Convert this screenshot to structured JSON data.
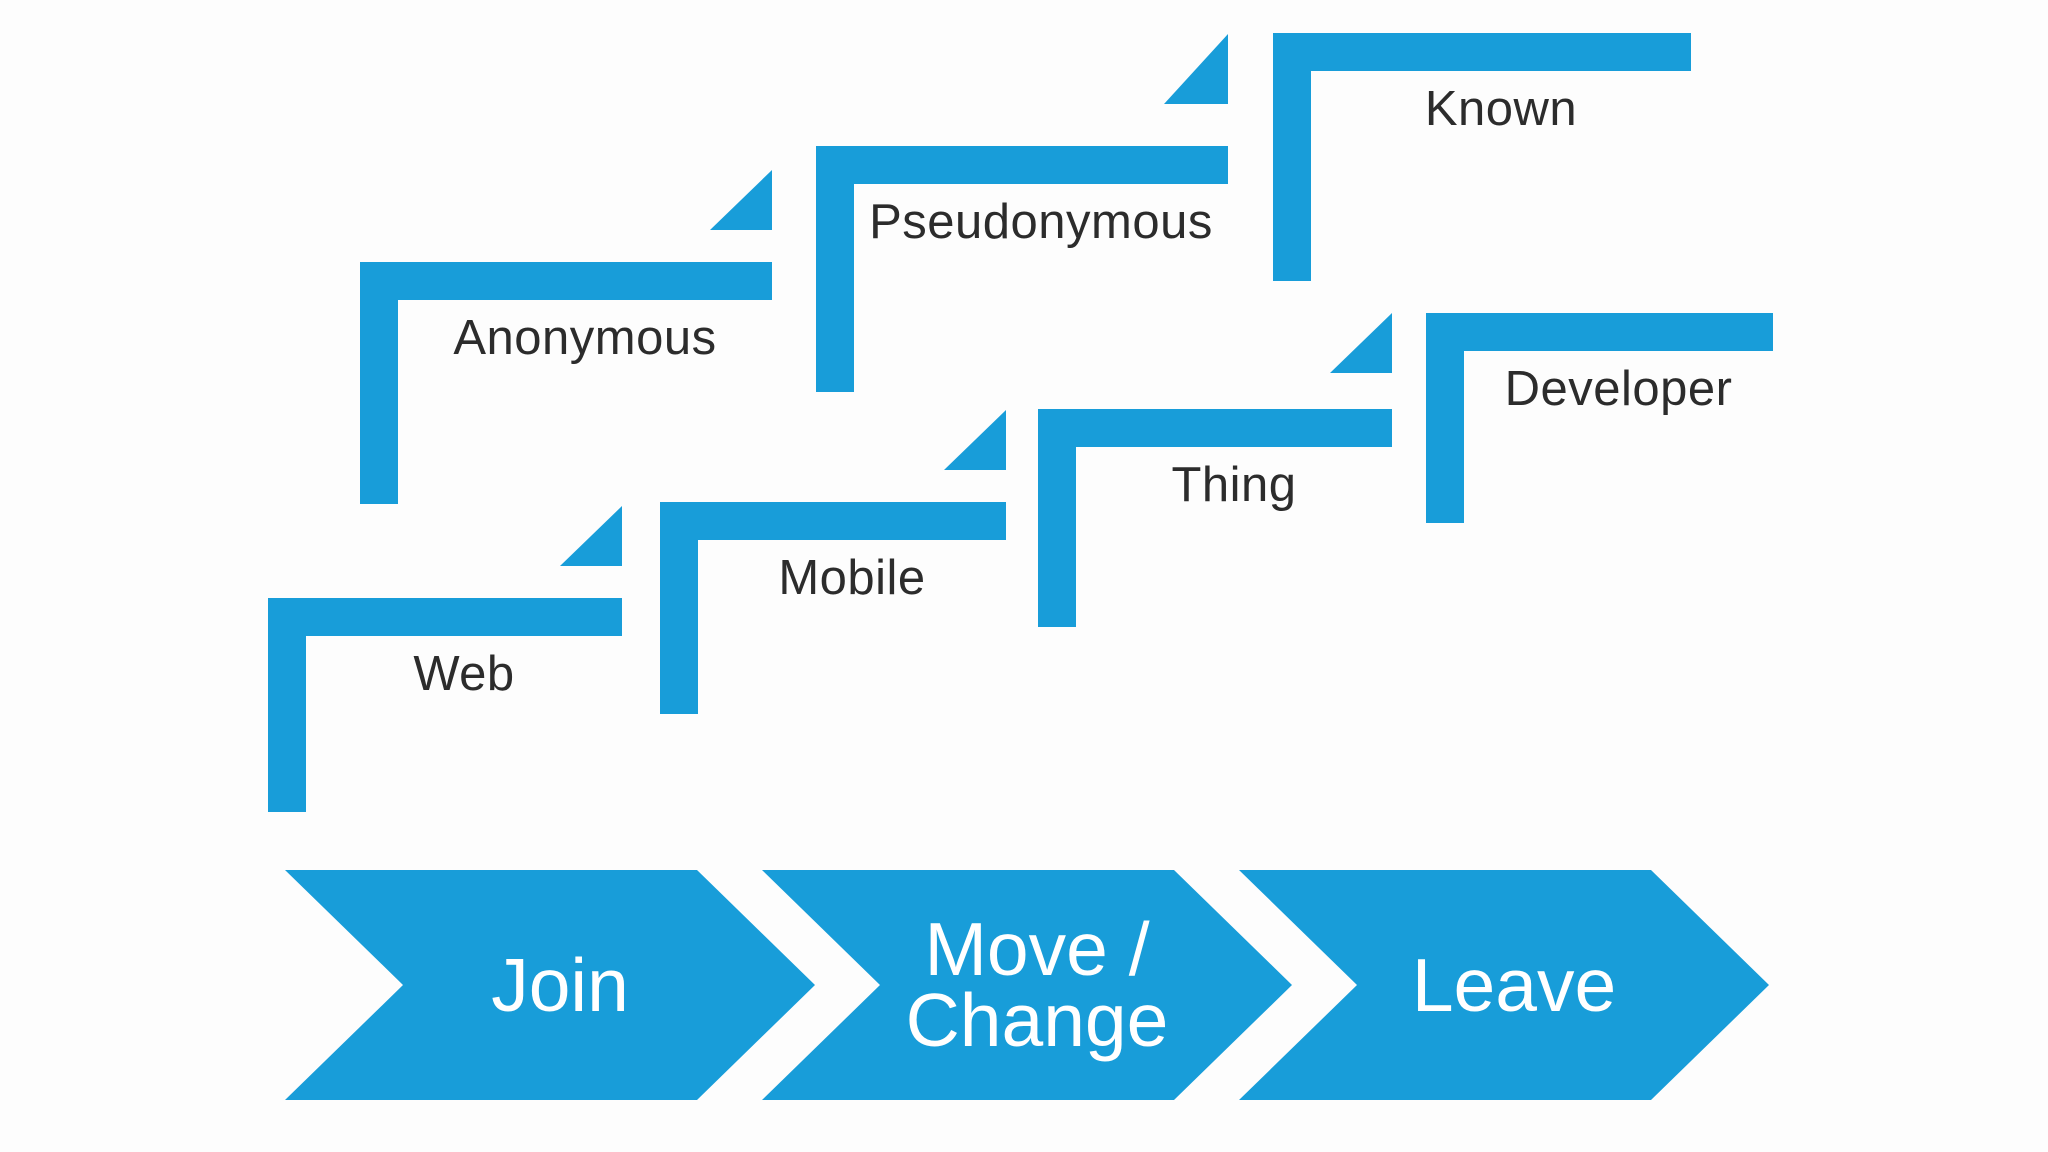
{
  "colors": {
    "accent_blue": "#189dd9",
    "label_text": "#2c2c2c",
    "arrow_text": "#ffffff",
    "background": "#fdfdfd"
  },
  "stages": [
    {
      "id": "web",
      "label": "Web"
    },
    {
      "id": "mobile",
      "label": "Mobile"
    },
    {
      "id": "anonymous",
      "label": "Anonymous"
    },
    {
      "id": "pseudonymous",
      "label": "Pseudonymous"
    },
    {
      "id": "known",
      "label": "Known"
    },
    {
      "id": "thing",
      "label": "Thing"
    },
    {
      "id": "developer",
      "label": "Developer"
    }
  ],
  "flow": [
    {
      "id": "join",
      "label": "Join"
    },
    {
      "id": "move-change",
      "label": "Move /\nChange"
    },
    {
      "id": "leave",
      "label": "Leave"
    }
  ]
}
